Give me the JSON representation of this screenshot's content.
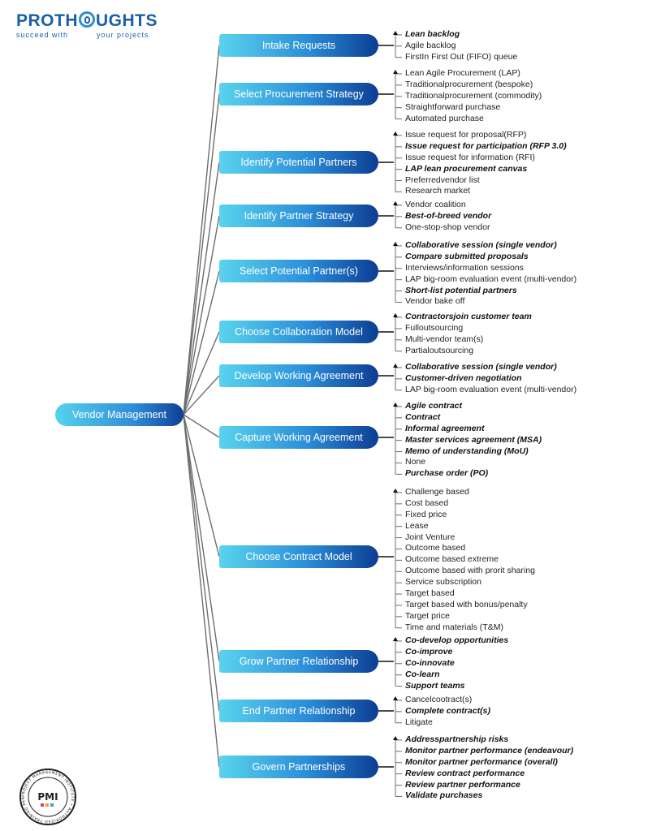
{
  "logo": {
    "brand_pro": "PRO",
    "brand_th": "TH",
    "brand_ughts": "UGHTS",
    "tagline": "succeed with          your projects"
  },
  "badge": {
    "mark": "PMI",
    "ring_text": "PROJECT MANAGEMENT INSTITUTE • AUTHORIZED TRAINING PARTNER"
  },
  "colors": {
    "pill_light": "#5ad4ee",
    "pill_dark": "#0c3d93",
    "connector": "#6d6d6d",
    "brand": "#1a5fa8"
  },
  "root": {
    "label": "Vendor Management"
  },
  "categories": [
    {
      "label": "Intake Requests",
      "options": [
        {
          "t": "Lean backlog",
          "b": true
        },
        {
          "t": "Agile backlog",
          "b": false
        },
        {
          "t": "FirstIn First Out (FIFO) queue",
          "b": false
        }
      ]
    },
    {
      "label": "Select Procurement Strategy",
      "options": [
        {
          "t": "Lean Agile Procurement (LAP)",
          "b": false
        },
        {
          "t": "Traditionalprocurement (bespoke)",
          "b": false
        },
        {
          "t": "Traditionalprocurement (commodity)",
          "b": false
        },
        {
          "t": "Straightforward purchase",
          "b": false
        },
        {
          "t": "Automated purchase",
          "b": false
        }
      ]
    },
    {
      "label": "Identify Potential Partners",
      "options": [
        {
          "t": "Issue request for proposal(RFP)",
          "b": false
        },
        {
          "t": "Issue request for participation (RFP 3.0)",
          "b": true
        },
        {
          "t": "Issue request for information (RFI)",
          "b": false
        },
        {
          "t": "LAP lean procurement canvas",
          "b": true
        },
        {
          "t": "Preferredvendor   list",
          "b": false
        },
        {
          "t": "Research market",
          "b": false
        }
      ]
    },
    {
      "label": "Identify Partner Strategy",
      "options": [
        {
          "t": "Vendor coalition",
          "b": false
        },
        {
          "t": "Best-of-breed vendor",
          "b": true
        },
        {
          "t": "One-stop-shop vendor",
          "b": false
        }
      ]
    },
    {
      "label": "Select Potential Partner(s)",
      "options": [
        {
          "t": "Collaborative session (single vendor)",
          "b": true
        },
        {
          "t": "Compare submitted proposals",
          "b": true
        },
        {
          "t": "Interviews/information    sessions",
          "b": false
        },
        {
          "t": "LAP big-room evaluation event (multi-vendor)",
          "b": false
        },
        {
          "t": "Short-list potential partners",
          "b": true
        },
        {
          "t": "Vendor bake off",
          "b": false
        }
      ]
    },
    {
      "label": "Choose Collaboration Model",
      "options": [
        {
          "t": "Contractorsjoin customer team",
          "b": true
        },
        {
          "t": "Fulloutsourcing",
          "b": false
        },
        {
          "t": "Multi-vendor team(s)",
          "b": false
        },
        {
          "t": "Partialoutsourcing",
          "b": false
        }
      ]
    },
    {
      "label": "Develop Working Agreement",
      "options": [
        {
          "t": "Collaborative session (single vendor)",
          "b": true
        },
        {
          "t": "Customer-driven negotiation",
          "b": true
        },
        {
          "t": "LAP big-room evaluation event (multi-vendor)",
          "b": false
        }
      ]
    },
    {
      "label": "Capture Working Agreement",
      "options": [
        {
          "t": "Agile contract",
          "b": true
        },
        {
          "t": "Contract",
          "b": true
        },
        {
          "t": "Informal agreement",
          "b": true
        },
        {
          "t": "Master services agreement (MSA)",
          "b": true
        },
        {
          "t": "Memo of understanding (MoU)",
          "b": true
        },
        {
          "t": "None",
          "b": false
        },
        {
          "t": "Purchase order (PO)",
          "b": true
        }
      ]
    },
    {
      "label": "Choose Contract Model",
      "options": [
        {
          "t": "Challenge based",
          "b": false
        },
        {
          "t": "Cost based",
          "b": false
        },
        {
          "t": "Fixed price",
          "b": false
        },
        {
          "t": "Lease",
          "b": false
        },
        {
          "t": "Joint Venture",
          "b": false
        },
        {
          "t": "Outcome based",
          "b": false
        },
        {
          "t": "Outcome based extreme",
          "b": false
        },
        {
          "t": "Outcome based with prorit sharing",
          "b": false
        },
        {
          "t": "Service subscription",
          "b": false
        },
        {
          "t": "Target based",
          "b": false
        },
        {
          "t": "Target based with bonus/penalty",
          "b": false
        },
        {
          "t": "Target price",
          "b": false
        },
        {
          "t": "Time and materials (T&M)",
          "b": false
        }
      ]
    },
    {
      "label": "Grow Partner Relationship",
      "options": [
        {
          "t": "Co-develop opportunities",
          "b": true
        },
        {
          "t": "Co-improve",
          "b": true
        },
        {
          "t": "Co-innovate",
          "b": true
        },
        {
          "t": "Co-learn",
          "b": true
        },
        {
          "t": "Support teams",
          "b": true
        }
      ]
    },
    {
      "label": "End Partner Relationship",
      "options": [
        {
          "t": "Cancelcootract(s)",
          "b": false
        },
        {
          "t": "Complete contract(s)",
          "b": true
        },
        {
          "t": "Litigate",
          "b": false
        }
      ]
    },
    {
      "label": "Govern Partnerships",
      "options": [
        {
          "t": "Addresspartnership risks",
          "b": true
        },
        {
          "t": "Monitor partner performance (endeavour)",
          "b": true
        },
        {
          "t": "Monitor partner performance (overall)",
          "b": true
        },
        {
          "t": "Review contract performance",
          "b": true
        },
        {
          "t": "Review partner performance",
          "b": true
        },
        {
          "t": "Validate purchases",
          "b": true
        }
      ]
    }
  ]
}
